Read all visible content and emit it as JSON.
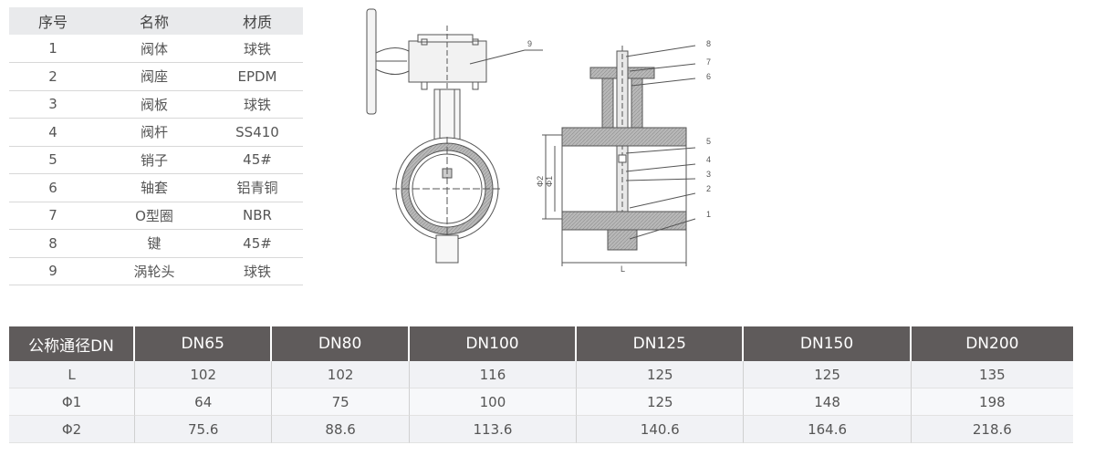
{
  "parts_table": {
    "headers": [
      "序号",
      "名称",
      "材质"
    ],
    "rows": [
      [
        "1",
        "阀体",
        "球铁"
      ],
      [
        "2",
        "阀座",
        "EPDM"
      ],
      [
        "3",
        "阀板",
        "球铁"
      ],
      [
        "4",
        "阀杆",
        "SS410"
      ],
      [
        "5",
        "销子",
        "45#"
      ],
      [
        "6",
        "轴套",
        "铝青铜"
      ],
      [
        "7",
        "O型圈",
        "NBR"
      ],
      [
        "8",
        "键",
        "45#"
      ],
      [
        "9",
        "涡轮头",
        "球铁"
      ]
    ]
  },
  "drawing": {
    "callouts": [
      "9",
      "8",
      "7",
      "6",
      "5",
      "4",
      "3",
      "2",
      "1"
    ],
    "dim_labels": {
      "length": "L",
      "phi1": "Φ1",
      "phi2": "Φ2"
    }
  },
  "dims_table": {
    "headers": [
      "公称通径DN",
      "DN65",
      "DN80",
      "DN100",
      "DN125",
      "DN150",
      "DN200"
    ],
    "rows": [
      [
        "L",
        "102",
        "102",
        "116",
        "125",
        "125",
        "135"
      ],
      [
        "Φ1",
        "64",
        "75",
        "100",
        "125",
        "148",
        "198"
      ],
      [
        "Φ2",
        "75.6",
        "88.6",
        "113.6",
        "140.6",
        "164.6",
        "218.6"
      ]
    ]
  },
  "colors": {
    "header_dark": "#5f5b5b",
    "header_light": "#e9eaec",
    "hatch": "#9a9a9a",
    "line": "#555555"
  }
}
